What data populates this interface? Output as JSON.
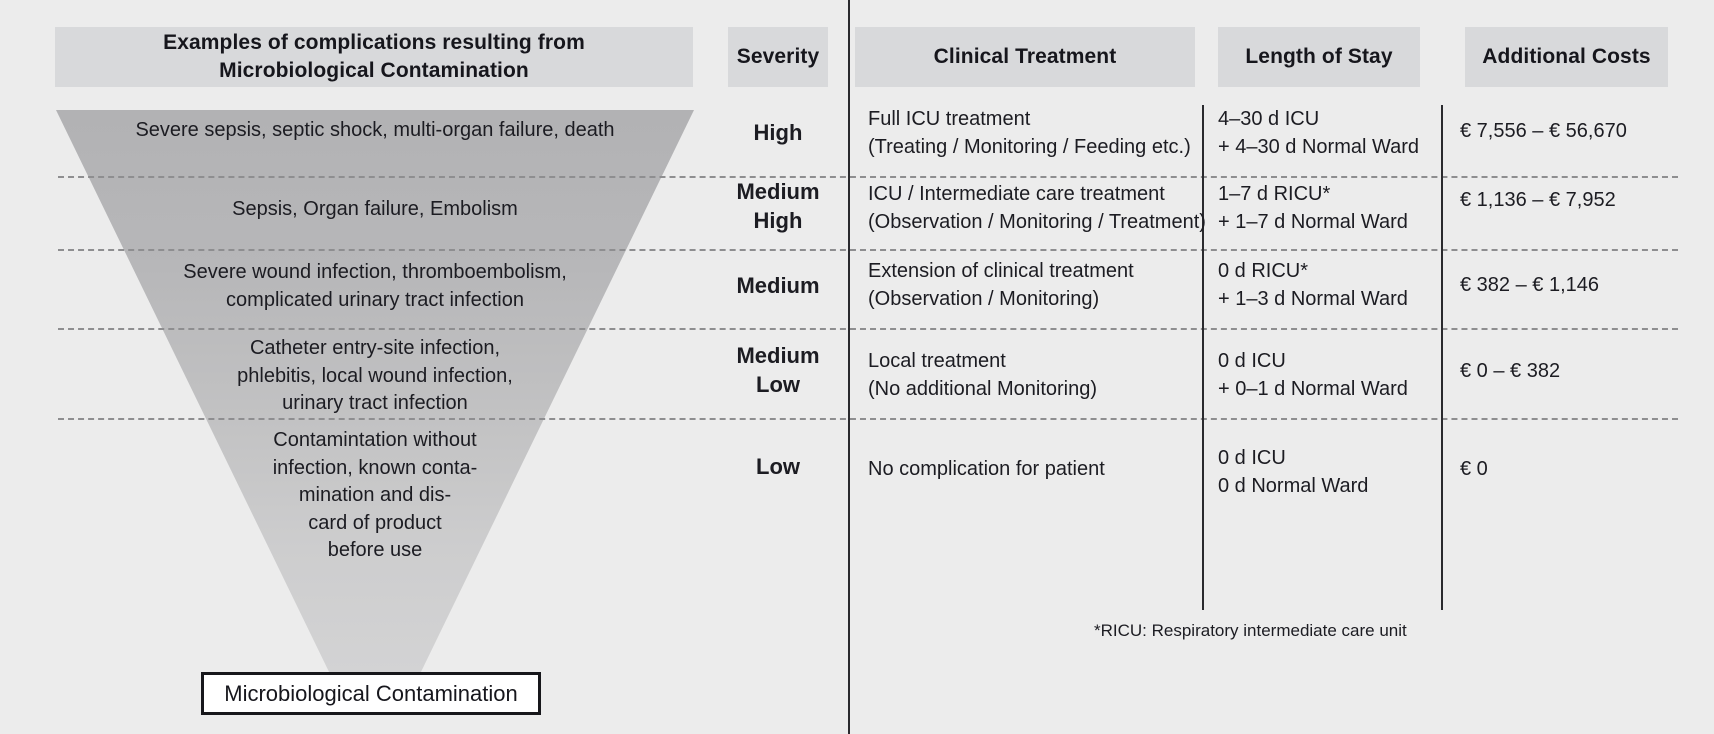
{
  "headers": {
    "examples": "Examples of complications resulting from\nMicrobiological Contamination",
    "severity": "Severity",
    "clinical": "Clinical Treatment",
    "length": "Length of Stay",
    "costs": "Additional Costs"
  },
  "rows": [
    {
      "examples": "Severe sepsis, septic shock, multi-organ failure, death",
      "severity": "High",
      "clinical_l1": "Full ICU treatment",
      "clinical_l2": "(Treating / Monitoring / Feeding etc.)",
      "los_l1": "4–30 d ICU",
      "los_l2": "+ 4–30 d Normal Ward",
      "costs": "€ 7,556 – € 56,670"
    },
    {
      "examples": "Sepsis, Organ failure, Embolism",
      "severity": "Medium\nHigh",
      "clinical_l1": "ICU / Intermediate care treatment",
      "clinical_l2": "(Observation / Monitoring / Treatment)",
      "los_l1": "1–7 d RICU*",
      "los_l2": "+ 1–7 d Normal Ward",
      "costs": "€ 1,136 – € 7,952"
    },
    {
      "examples": "Severe wound infection, thromboembolism,\ncomplicated urinary tract infection",
      "severity": "Medium",
      "clinical_l1": "Extension of clinical treatment",
      "clinical_l2": "(Observation / Monitoring)",
      "los_l1": "0 d RICU*",
      "los_l2": "+ 1–3 d Normal Ward",
      "costs": "€ 382 – € 1,146"
    },
    {
      "examples": "Catheter entry-site infection,\nphlebitis, local wound infection,\nurinary tract infection",
      "severity": "Medium\nLow",
      "clinical_l1": "Local treatment",
      "clinical_l2": "(No additional Monitoring)",
      "los_l1": "0 d ICU",
      "los_l2": "+ 0–1 d Normal Ward",
      "costs": "€ 0 – € 382"
    },
    {
      "examples": "Contamintation without\ninfection, known conta-\nmination and dis-\ncard of product\nbefore use",
      "severity": "Low",
      "clinical_l1": "No complication for patient",
      "clinical_l2": "",
      "los_l1": "0 d ICU",
      "los_l2": "0 d Normal Ward",
      "costs": "€ 0"
    }
  ],
  "bottom_label": "Microbiological Contamination",
  "footnote": "*RICU: Respiratory intermediate care unit",
  "colors": {
    "page_background": "#ececec",
    "header_box": "#d8d9db",
    "funnel_top": "#b2b2b4",
    "funnel_bottom": "#d3d3d4",
    "rule": "#2a2a2e",
    "dash": "#8e8e90",
    "text": "#1c1c22"
  },
  "chart_data": {
    "type": "table",
    "title": "Severity pyramid of complications resulting from Microbiological Contamination",
    "columns": [
      "Examples of complications resulting from Microbiological Contamination",
      "Severity",
      "Clinical Treatment",
      "Length of Stay",
      "Additional Costs"
    ],
    "levels": [
      "High",
      "Medium High",
      "Medium",
      "Medium Low",
      "Low"
    ],
    "cost_ranges_eur": [
      [
        7556,
        56670
      ],
      [
        1136,
        7952
      ],
      [
        382,
        1146
      ],
      [
        0,
        382
      ],
      [
        0,
        0
      ]
    ],
    "icu_days": [
      [
        4,
        30
      ],
      [
        1,
        7
      ],
      [
        0,
        0
      ],
      [
        0,
        0
      ],
      [
        0,
        0
      ]
    ],
    "normal_ward_days": [
      [
        4,
        30
      ],
      [
        1,
        7
      ],
      [
        1,
        3
      ],
      [
        0,
        1
      ],
      [
        0,
        0
      ]
    ]
  }
}
